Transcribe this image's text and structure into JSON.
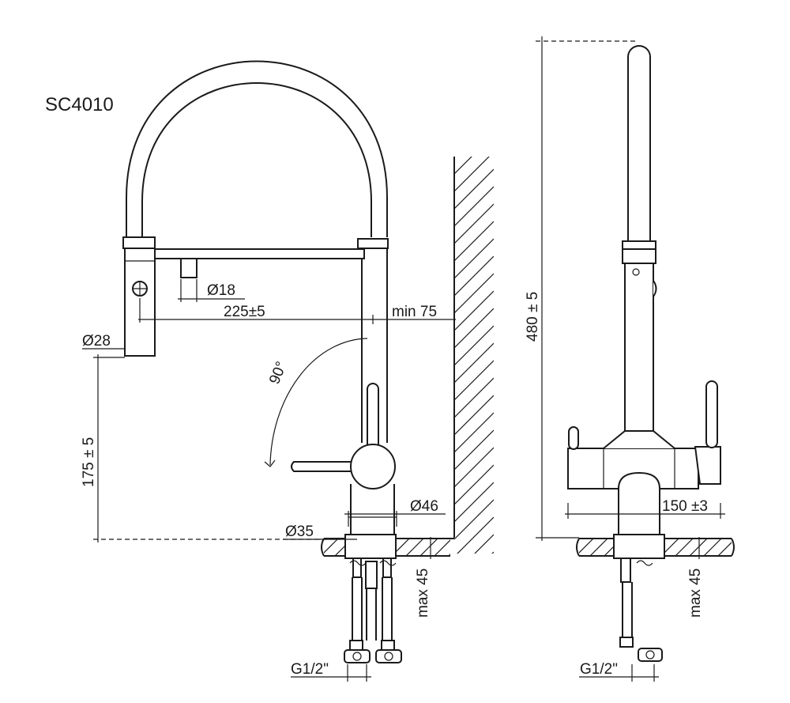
{
  "model": "SC4010",
  "dimensions": {
    "spray_dia": "Ø18",
    "reach": "225±5",
    "wall_clearance": "min 75",
    "head_dia": "Ø28",
    "swivel_angle": "90°",
    "spout_height": "175 ± 5",
    "body_dia": "Ø46",
    "base_dia": "Ø35",
    "deck_thickness_left": "max 45",
    "thread_left": "G1/2\"",
    "total_height": "480 ± 5",
    "handle_spread": "150 ±3",
    "deck_thickness_right": "max 45",
    "thread_right": "G1/2\""
  }
}
